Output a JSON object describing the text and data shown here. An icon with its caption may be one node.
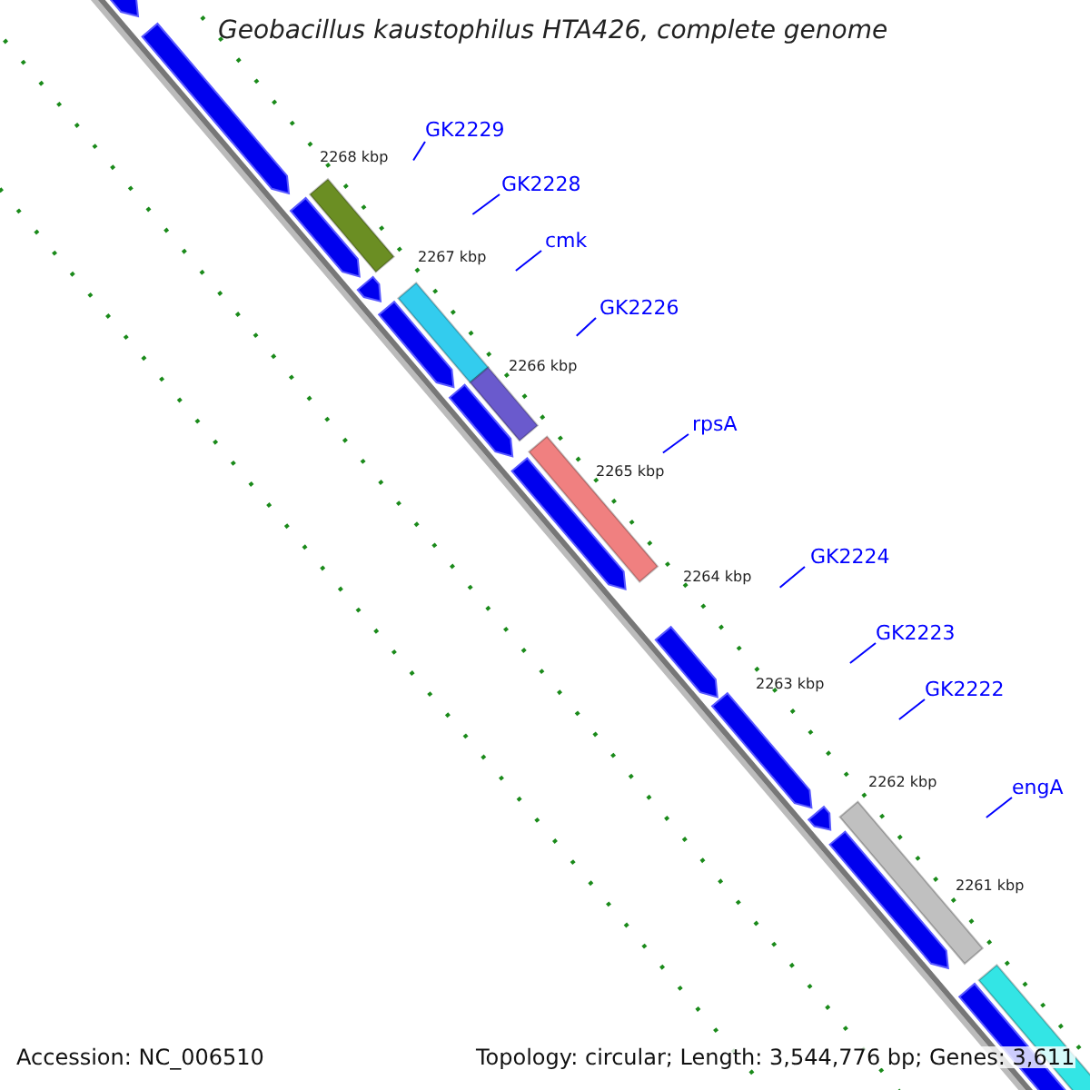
{
  "diagram": {
    "title": "Geobacillus kaustophilus HTA426, complete genome",
    "nodes": [
      {
        "text": [
          "GK2229"
        ]
      },
      {
        "text": [
          "GK2228"
        ]
      },
      {
        "text": [
          "cmk"
        ]
      },
      {
        "text": [
          "GK2226"
        ]
      },
      {
        "text": [
          "rpsA"
        ]
      },
      {
        "text": [
          "GK2224"
        ]
      },
      {
        "text": [
          "GK2223"
        ]
      },
      {
        "text": [
          "GK2222"
        ]
      },
      {
        "text": [
          "engA"
        ]
      }
    ],
    "edges": [
      {
        "from": 0,
        "to": null,
        "arrow": "none"
      },
      {
        "from": 1,
        "to": null,
        "arrow": "none"
      },
      {
        "from": 2,
        "to": null,
        "arrow": "none"
      },
      {
        "from": 3,
        "to": null,
        "arrow": "none"
      },
      {
        "from": 4,
        "to": null,
        "arrow": "none"
      },
      {
        "from": 5,
        "to": null,
        "arrow": "none"
      },
      {
        "from": 6,
        "to": null,
        "arrow": "none"
      },
      {
        "from": 7,
        "to": null,
        "arrow": "none"
      },
      {
        "from": 8,
        "to": null,
        "arrow": "none"
      }
    ],
    "labels": [
      "2268 kbp",
      "2267 kbp",
      "2266 kbp",
      "2265 kbp",
      "2264 kbp",
      "2263 kbp",
      "2262 kbp",
      "2261 kbp",
      "Accession: NC_006510",
      "Topology: circular; Length: 3,544,776 bp; Genes: 3,611"
    ]
  }
}
